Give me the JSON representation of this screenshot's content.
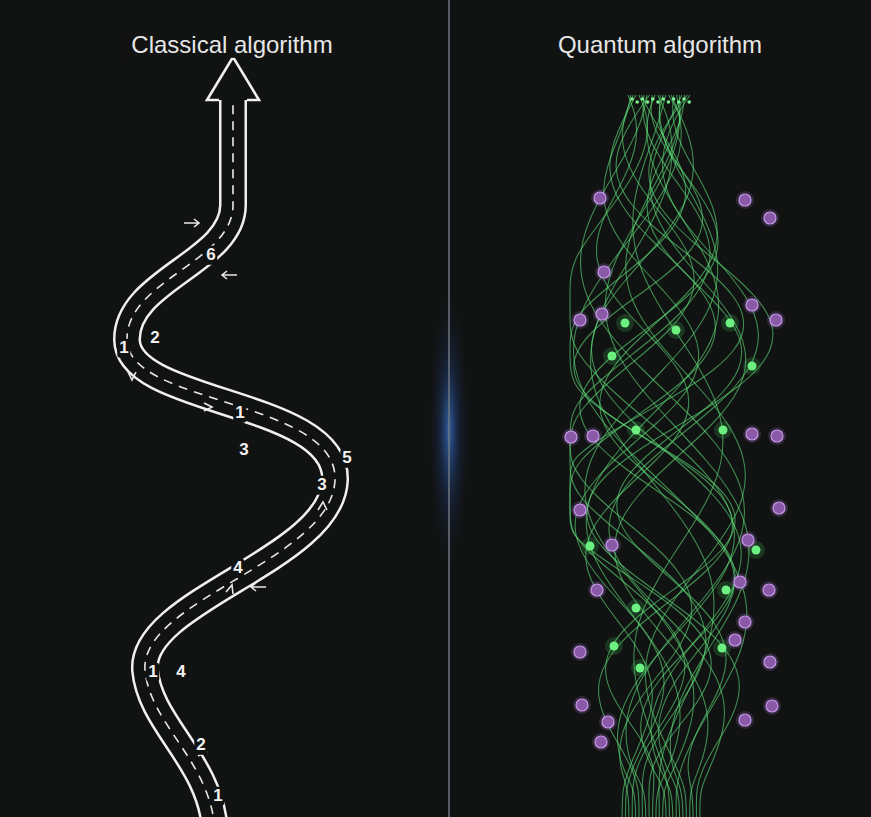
{
  "diagram": {
    "labels": [
      "Classical algorithm",
      "Quantum algorithm",
      "6",
      "1",
      "2",
      "1",
      "3",
      "5",
      "3",
      "4",
      "1",
      "4",
      "2",
      "1"
    ]
  }
}
